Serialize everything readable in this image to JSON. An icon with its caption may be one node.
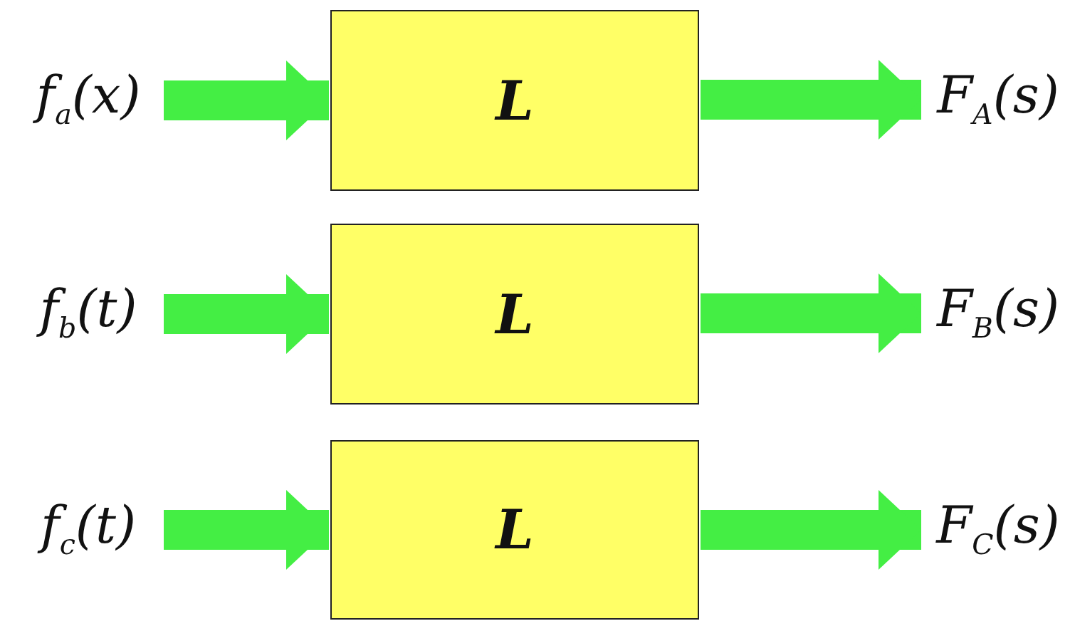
{
  "diagram": {
    "nodes": [
      {
        "text": [
          "f$_{a}$(x)"
        ]
      },
      {
        "text": [
          "L"
        ]
      },
      {
        "text": [
          "F$_{A}$(*s*)"
        ]
      },
      {
        "text": [
          "f$_{b}$(*t*)"
        ]
      },
      {
        "text": [
          "L"
        ]
      },
      {
        "text": [
          "F$_{B}$(*s*)"
        ]
      },
      {
        "text": [
          "f$_{c}$(*t*)"
        ]
      },
      {
        "text": [
          "L"
        ]
      },
      {
        "text": [
          "F$_{C}$(*s*)"
        ]
      }
    ],
    "edges": [
      {
        "from": 0,
        "to": 1,
        "arrow": "to"
      },
      {
        "from": 1,
        "to": 2,
        "arrow": "to"
      },
      {
        "from": 3,
        "to": 4,
        "arrow": "to"
      },
      {
        "from": 4,
        "to": 5,
        "arrow": "to"
      },
      {
        "from": 6,
        "to": 7,
        "arrow": "to"
      },
      {
        "from": 7,
        "to": 8,
        "arrow": "to"
      }
    ]
  }
}
